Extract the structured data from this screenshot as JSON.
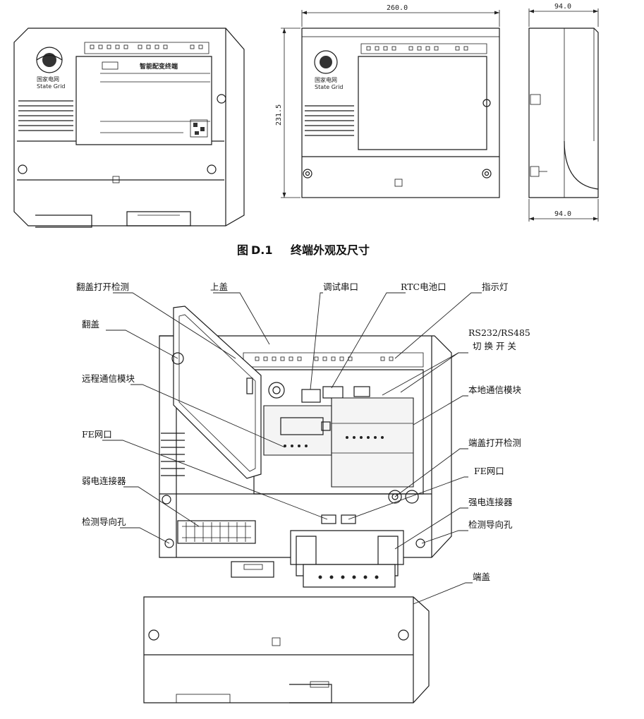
{
  "figure": {
    "caption_prefix": "图",
    "caption_num": "D.1",
    "caption_text": "终端外观及尺寸"
  },
  "dimensions": {
    "width_front": "260.0",
    "height_front": "231.5",
    "depth_top": "94.0",
    "depth_bottom": "94.0"
  },
  "device": {
    "brand_cn": "国家电网",
    "brand_en": "State Grid",
    "title": "智能配变终端"
  },
  "callouts": {
    "lid_open_detect": "翻盖打开检测",
    "top_cover": "上盖",
    "debug_serial": "调试串口",
    "rtc_battery": "RTC电池口",
    "indicator": "指示灯",
    "rs_switch_1": "RS232/RS485",
    "rs_switch_2": "切 换 开 关",
    "flip_cover": "翻盖",
    "remote_module": "远程通信模块",
    "local_module": "本地通信模块",
    "fe_port_left": "FE网口",
    "terminal_open_detect": "端盖打开检测",
    "fe_port_right": "FE网口",
    "weak_connector": "弱电连接器",
    "strong_connector": "强电连接器",
    "guide_hole_left": "检测导向孔",
    "guide_hole_right": "检测导向孔",
    "end_cover": "端盖"
  }
}
